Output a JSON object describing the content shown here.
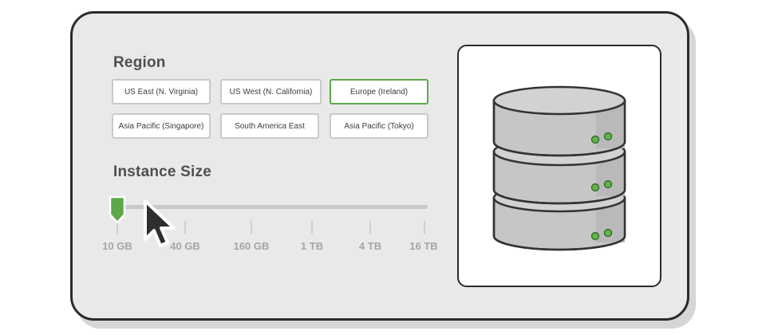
{
  "region": {
    "title": "Region",
    "options": [
      "US East (N. Virginia)",
      "US West (N. California)",
      "Europe (Ireland)",
      "Asia Pacific (Singapore)",
      "South America East",
      "Asia Pacific (Tokyo)"
    ],
    "selected": "Europe (Ireland)"
  },
  "instance_size": {
    "title": "Instance Size",
    "ticks": [
      "10 GB",
      "40 GB",
      "160 GB",
      "1 TB",
      "4 TB",
      "16 TB"
    ],
    "selected": "10 GB"
  },
  "colors": {
    "accent": "#5da84a",
    "panel_bg": "#eae9ea",
    "server_body": "#c6c6c6",
    "led": "#5db546"
  },
  "icons": {
    "server": "database-server-icon",
    "cursor": "mouse-pointer-icon",
    "handle": "slider-handle-icon"
  }
}
